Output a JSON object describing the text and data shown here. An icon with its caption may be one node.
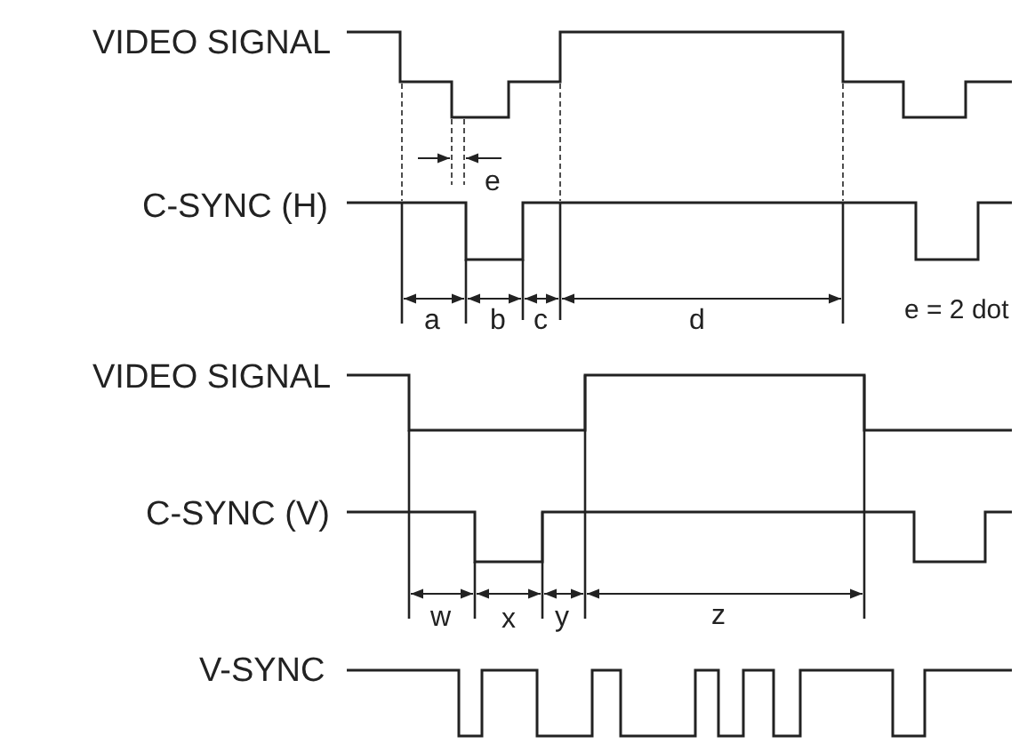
{
  "diagram": {
    "labels": [
      "VIDEO SIGNAL",
      "e",
      "C-SYNC (H)",
      "a",
      "b",
      "c",
      "d",
      "e = 2 dot",
      "VIDEO SIGNAL",
      "C-SYNC (V)",
      "w",
      "x",
      "y",
      "z",
      "V-SYNC"
    ]
  }
}
